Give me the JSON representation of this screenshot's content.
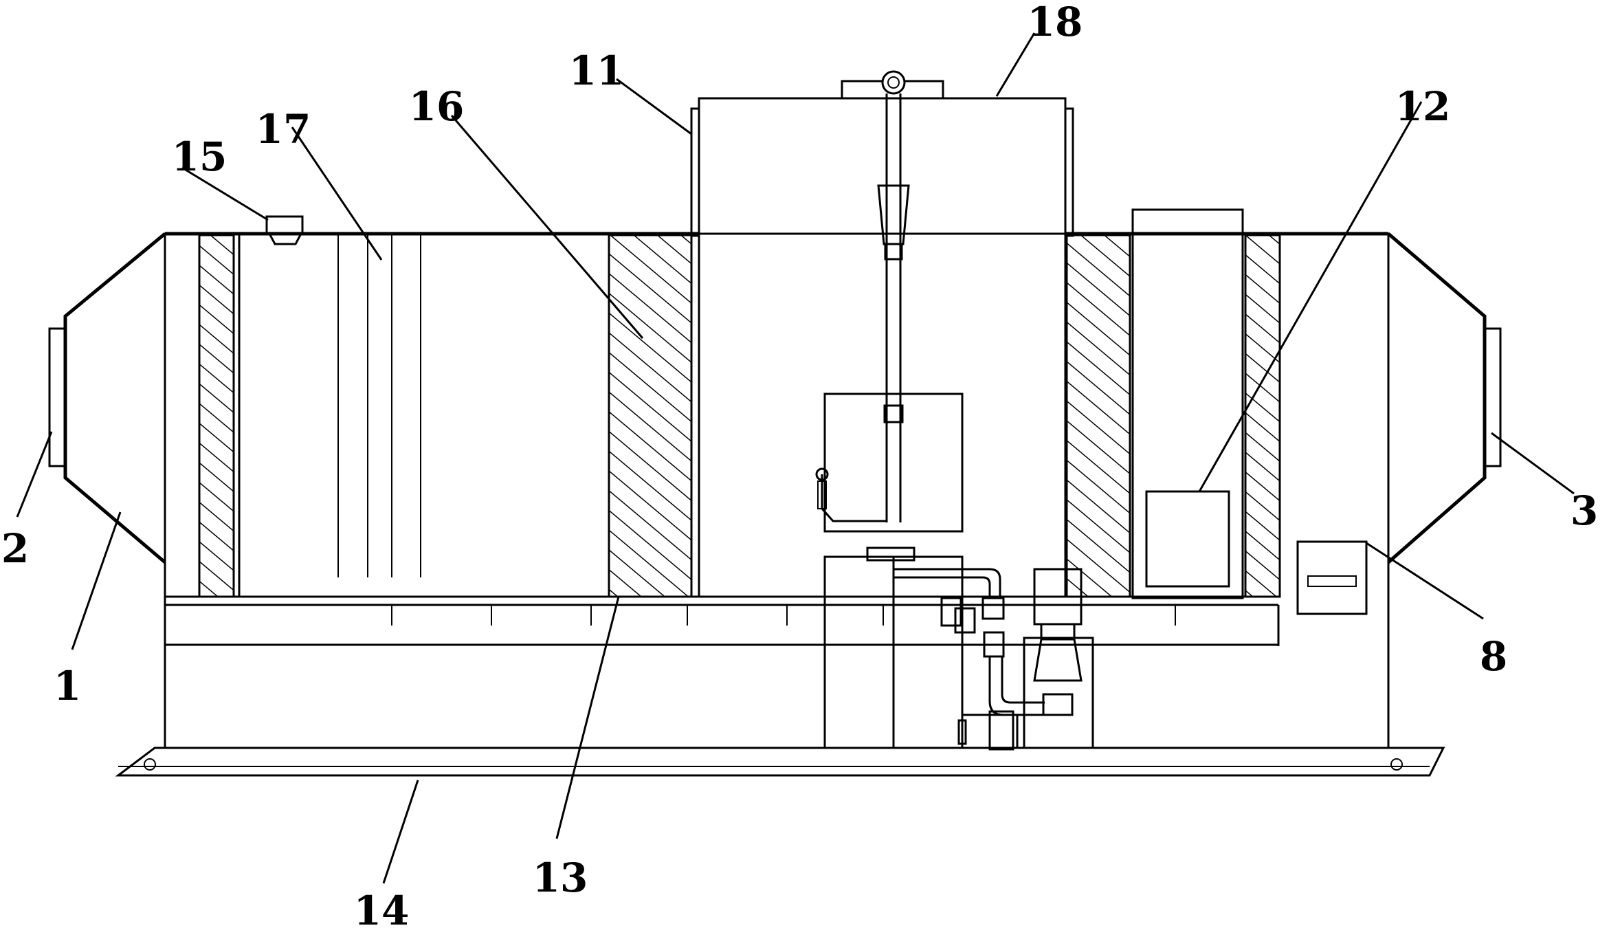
{
  "labels": {
    "l1": "1",
    "l2": "2",
    "l3": "3",
    "l8": "8",
    "l11": "11",
    "l12": "12",
    "l13": "13",
    "l14": "14",
    "l15": "15",
    "l16": "16",
    "l17": "17",
    "l18": "18"
  },
  "colors": {
    "line": "#000000",
    "background": "#ffffff"
  }
}
